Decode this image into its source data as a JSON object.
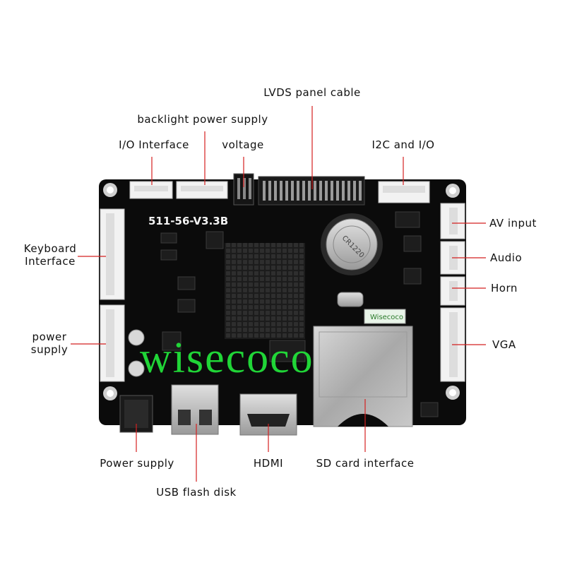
{
  "labels": {
    "lvds": "LVDS panel cable",
    "backlight": "backlight power supply",
    "io": "I/O Interface",
    "voltage": "voltage",
    "i2c": "I2C and I/O",
    "keyboard": "Keyboard\nInterface",
    "power_left": "power\nsupply",
    "av": "AV input",
    "audio": "Audio",
    "horn": "Horn",
    "vga": "VGA",
    "power_bottom": "Power supply",
    "hdmi": "HDMI",
    "sd": "SD card interface",
    "usb": "USB flash disk"
  },
  "board": {
    "model": "511-56-V3.3B",
    "silk_logo": "Wisecoco",
    "battery_text": "CR1220"
  },
  "watermark": "wisecoco",
  "colors": {
    "pcb": "#0b0b0b",
    "connector": "#f2f2f2",
    "leader": "#d42020",
    "watermark": "#22e03a"
  }
}
